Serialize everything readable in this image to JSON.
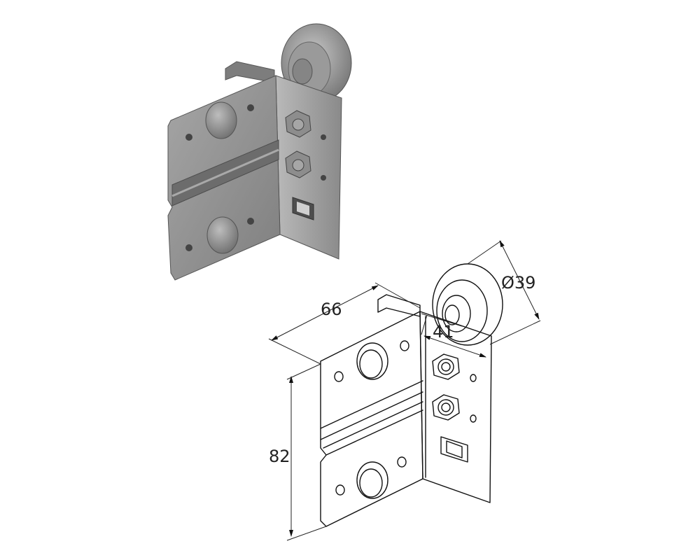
{
  "dimensions": {
    "width": "66",
    "depth": "41",
    "height": "82",
    "wheel_diameter": "Ø39"
  },
  "colors": {
    "rendered_body": "#8e8e8e",
    "rendered_light": "#b4b4b4",
    "rendered_dark": "#5a5a5a",
    "line": "#111111"
  }
}
